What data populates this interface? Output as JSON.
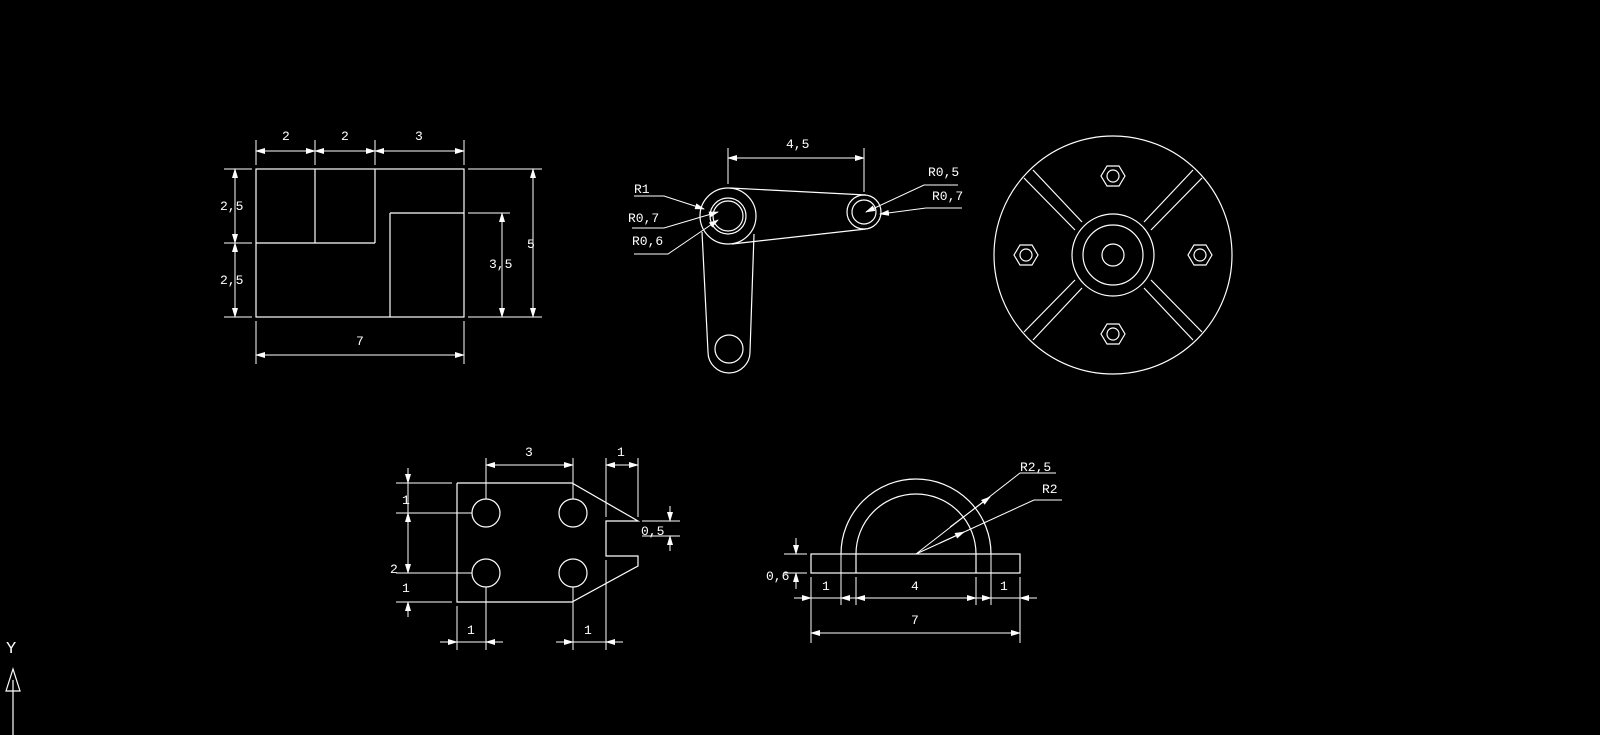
{
  "dims": {
    "block_top_2a": "2",
    "block_top_2b": "2",
    "block_top_3": "3",
    "block_left_upper": "2,5",
    "block_left_lower": "2,5",
    "block_inner_35": "3,5",
    "block_right_5": "5",
    "block_bottom_7": "7",
    "lever_top_45": "4,5",
    "lever_r1": "R1",
    "lever_r07_left": "R0,7",
    "lever_r06": "R0,6",
    "lever_r05": "R0,5",
    "lever_r07_right": "R0,7",
    "plate_top_3": "3",
    "plate_top_1": "1",
    "plate_left_1": "1",
    "plate_left_2": "2",
    "plate_left_1b": "1",
    "plate_right_05": "0,5",
    "plate_bottom_1a": "1",
    "plate_bottom_1b": "1",
    "arch_r25": "R2,5",
    "arch_r2": "R2",
    "arch_06": "0,6",
    "arch_1a": "1",
    "arch_4": "4",
    "arch_1b": "1",
    "arch_7": "7"
  },
  "ucs": {
    "y_label": "Y"
  },
  "colors": {
    "background": "#000000",
    "stroke": "#ffffff"
  }
}
